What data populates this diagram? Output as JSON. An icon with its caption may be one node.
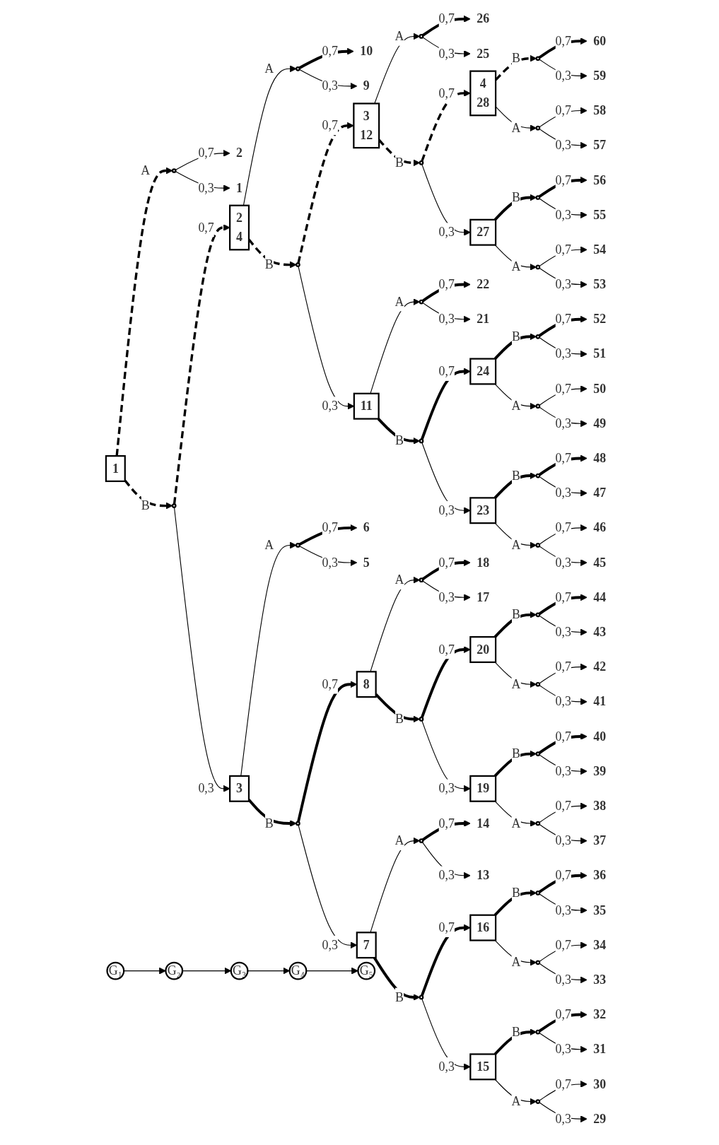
{
  "diagram": {
    "nodes": [
      {
        "text": [
          "1"
        ]
      },
      {
        "text": [],
        "shape": "circle"
      },
      {
        "text": [
          "2"
        ]
      },
      {
        "text": [
          "1"
        ]
      },
      {
        "text": [],
        "shape": "circle"
      },
      {
        "text": [
          "2",
          "4"
        ]
      },
      {
        "text": [
          "3"
        ]
      },
      {
        "text": [],
        "shape": "circle"
      },
      {
        "text": [
          "6"
        ]
      },
      {
        "text": [
          "5"
        ]
      },
      {
        "text": [],
        "shape": "circle"
      },
      {
        "text": [
          "8"
        ]
      },
      {
        "text": [
          "7"
        ]
      },
      {
        "text": [],
        "shape": "circle"
      },
      {
        "text": [
          "18"
        ]
      },
      {
        "text": [
          "17"
        ]
      },
      {
        "text": [],
        "shape": "circle"
      },
      {
        "text": [
          "20"
        ]
      },
      {
        "text": [
          "19"
        ]
      },
      {
        "text": [],
        "shape": "circle"
      },
      {
        "text": [
          "44"
        ]
      },
      {
        "text": [
          "43"
        ]
      },
      {
        "text": [],
        "shape": "circle"
      },
      {
        "text": [
          "42"
        ]
      },
      {
        "text": [
          "41"
        ]
      },
      {
        "text": [],
        "shape": "circle"
      },
      {
        "text": [
          "40"
        ]
      },
      {
        "text": [
          "39"
        ]
      },
      {
        "text": [],
        "shape": "circle"
      },
      {
        "text": [
          "38"
        ]
      },
      {
        "text": [
          "37"
        ]
      },
      {
        "text": [],
        "shape": "circle"
      },
      {
        "text": [
          "14"
        ]
      },
      {
        "text": [
          "13"
        ]
      },
      {
        "text": [],
        "shape": "circle"
      },
      {
        "text": [
          "16"
        ]
      },
      {
        "text": [
          "15"
        ]
      },
      {
        "text": [],
        "shape": "circle"
      },
      {
        "text": [
          "36"
        ]
      },
      {
        "text": [
          "35"
        ]
      },
      {
        "text": [],
        "shape": "circle"
      },
      {
        "text": [
          "34"
        ]
      },
      {
        "text": [
          "33"
        ]
      },
      {
        "text": [],
        "shape": "circle"
      },
      {
        "text": [
          "32"
        ]
      },
      {
        "text": [
          "31"
        ]
      },
      {
        "text": [],
        "shape": "circle"
      },
      {
        "text": [
          "30"
        ]
      },
      {
        "text": [
          "29"
        ]
      },
      {
        "text": [],
        "shape": "circle"
      },
      {
        "text": [
          "10"
        ]
      },
      {
        "text": [
          "9"
        ]
      },
      {
        "text": [],
        "shape": "circle"
      },
      {
        "text": [
          "3",
          "12"
        ]
      },
      {
        "text": [
          "11"
        ]
      },
      {
        "text": [],
        "shape": "circle"
      },
      {
        "text": [
          "22"
        ]
      },
      {
        "text": [
          "21"
        ]
      },
      {
        "text": [],
        "shape": "circle"
      },
      {
        "text": [
          "24"
        ]
      },
      {
        "text": [
          "23"
        ]
      },
      {
        "text": [],
        "shape": "circle"
      },
      {
        "text": [
          "52"
        ]
      },
      {
        "text": [
          "51"
        ]
      },
      {
        "text": [],
        "shape": "circle"
      },
      {
        "text": [
          "50"
        ]
      },
      {
        "text": [
          "49"
        ]
      },
      {
        "text": [],
        "shape": "circle"
      },
      {
        "text": [
          "48"
        ]
      },
      {
        "text": [
          "47"
        ]
      },
      {
        "text": [],
        "shape": "circle"
      },
      {
        "text": [
          "46"
        ]
      },
      {
        "text": [
          "45"
        ]
      },
      {
        "text": [],
        "shape": "circle"
      },
      {
        "text": [
          "26"
        ]
      },
      {
        "text": [
          "25"
        ]
      },
      {
        "text": [],
        "shape": "circle"
      },
      {
        "text": [
          "4",
          "28"
        ]
      },
      {
        "text": [
          "27"
        ]
      },
      {
        "text": [],
        "shape": "circle"
      },
      {
        "text": [
          "60"
        ]
      },
      {
        "text": [
          "59"
        ]
      },
      {
        "text": [],
        "shape": "circle"
      },
      {
        "text": [
          "58"
        ]
      },
      {
        "text": [
          "57"
        ]
      },
      {
        "text": [],
        "shape": "circle"
      },
      {
        "text": [
          "56"
        ]
      },
      {
        "text": [
          "55"
        ]
      },
      {
        "text": [],
        "shape": "circle"
      },
      {
        "text": [
          "54"
        ]
      },
      {
        "text": [
          "53"
        ]
      },
      {
        "text": [
          "G₁"
        ]
      },
      {
        "text": [
          "G₂"
        ]
      },
      {
        "text": [
          "G₃"
        ]
      },
      {
        "text": [
          "G₄"
        ]
      },
      {
        "text": [
          "G₅"
        ]
      }
    ],
    "edges": [
      {
        "from": 0,
        "to": 1,
        "arrow": "to",
        "label": "A",
        "style": "dashed"
      },
      {
        "from": 1,
        "to": 2,
        "arrow": "to",
        "label": "0,7"
      },
      {
        "from": 1,
        "to": 3,
        "arrow": "to",
        "label": "0,3"
      },
      {
        "from": 0,
        "to": 4,
        "arrow": "to",
        "label": "B",
        "style": "dashed"
      },
      {
        "from": 4,
        "to": 5,
        "arrow": "to",
        "label": "0,7",
        "style": "dashed"
      },
      {
        "from": 4,
        "to": 6,
        "arrow": "to",
        "label": "0,3"
      },
      {
        "from": 6,
        "to": 7,
        "arrow": "to",
        "label": "A"
      },
      {
        "from": 7,
        "to": 8,
        "arrow": "to",
        "label": "0,7",
        "style": "thick"
      },
      {
        "from": 7,
        "to": 9,
        "arrow": "to",
        "label": "0,3"
      },
      {
        "from": 6,
        "to": 10,
        "arrow": "to",
        "label": "B",
        "style": "thick"
      },
      {
        "from": 10,
        "to": 11,
        "arrow": "to",
        "label": "0,7",
        "style": "thick"
      },
      {
        "from": 10,
        "to": 12,
        "arrow": "to",
        "label": "0,3"
      },
      {
        "from": 11,
        "to": 13,
        "arrow": "to",
        "label": "A"
      },
      {
        "from": 13,
        "to": 14,
        "arrow": "to",
        "label": "0,7",
        "style": "thick"
      },
      {
        "from": 13,
        "to": 15,
        "arrow": "to",
        "label": "0,3"
      },
      {
        "from": 11,
        "to": 16,
        "arrow": "to",
        "label": "B",
        "style": "thick"
      },
      {
        "from": 16,
        "to": 17,
        "arrow": "to",
        "label": "0,7",
        "style": "thick"
      },
      {
        "from": 16,
        "to": 18,
        "arrow": "to",
        "label": "0,3"
      },
      {
        "from": 17,
        "to": 19,
        "arrow": "to",
        "label": "B",
        "style": "thick"
      },
      {
        "from": 19,
        "to": 20,
        "arrow": "to",
        "label": "0,7",
        "style": "thick"
      },
      {
        "from": 19,
        "to": 21,
        "arrow": "to",
        "label": "0,3"
      },
      {
        "from": 17,
        "to": 22,
        "arrow": "to",
        "label": "A"
      },
      {
        "from": 22,
        "to": 23,
        "arrow": "to",
        "label": "0,7"
      },
      {
        "from": 22,
        "to": 24,
        "arrow": "to",
        "label": "0,3"
      },
      {
        "from": 18,
        "to": 25,
        "arrow": "to",
        "label": "B",
        "style": "thick"
      },
      {
        "from": 25,
        "to": 26,
        "arrow": "to",
        "label": "0,7",
        "style": "thick"
      },
      {
        "from": 25,
        "to": 27,
        "arrow": "to",
        "label": "0,3"
      },
      {
        "from": 18,
        "to": 28,
        "arrow": "to",
        "label": "A"
      },
      {
        "from": 28,
        "to": 29,
        "arrow": "to",
        "label": "0,7"
      },
      {
        "from": 28,
        "to": 30,
        "arrow": "to",
        "label": "0,3"
      },
      {
        "from": 12,
        "to": 31,
        "arrow": "to",
        "label": "A"
      },
      {
        "from": 31,
        "to": 32,
        "arrow": "to",
        "label": "0,7",
        "style": "thick"
      },
      {
        "from": 31,
        "to": 33,
        "arrow": "to",
        "label": "0,3"
      },
      {
        "from": 12,
        "to": 34,
        "arrow": "to",
        "label": "B",
        "style": "thick"
      },
      {
        "from": 34,
        "to": 35,
        "arrow": "to",
        "label": "0,7",
        "style": "thick"
      },
      {
        "from": 34,
        "to": 36,
        "arrow": "to",
        "label": "0,3"
      },
      {
        "from": 35,
        "to": 37,
        "arrow": "to",
        "label": "B",
        "style": "thick"
      },
      {
        "from": 37,
        "to": 38,
        "arrow": "to",
        "label": "0,7",
        "style": "thick"
      },
      {
        "from": 37,
        "to": 39,
        "arrow": "to",
        "label": "0,3"
      },
      {
        "from": 35,
        "to": 40,
        "arrow": "to",
        "label": "A"
      },
      {
        "from": 40,
        "to": 41,
        "arrow": "to",
        "label": "0,7"
      },
      {
        "from": 40,
        "to": 42,
        "arrow": "to",
        "label": "0,3"
      },
      {
        "from": 36,
        "to": 43,
        "arrow": "to",
        "label": "B",
        "style": "thick"
      },
      {
        "from": 43,
        "to": 44,
        "arrow": "to",
        "label": "0,7",
        "style": "thick"
      },
      {
        "from": 43,
        "to": 45,
        "arrow": "to",
        "label": "0,3"
      },
      {
        "from": 36,
        "to": 46,
        "arrow": "to",
        "label": "A"
      },
      {
        "from": 46,
        "to": 47,
        "arrow": "to",
        "label": "0,7"
      },
      {
        "from": 46,
        "to": 48,
        "arrow": "to",
        "label": "0,3"
      },
      {
        "from": 5,
        "to": 49,
        "arrow": "to",
        "label": "A"
      },
      {
        "from": 49,
        "to": 50,
        "arrow": "to",
        "label": "0,7",
        "style": "thick"
      },
      {
        "from": 49,
        "to": 51,
        "arrow": "to",
        "label": "0,3"
      },
      {
        "from": 5,
        "to": 52,
        "arrow": "to",
        "label": "B",
        "style": "dashed"
      },
      {
        "from": 52,
        "to": 53,
        "arrow": "to",
        "label": "0,7",
        "style": "dashed"
      },
      {
        "from": 52,
        "to": 54,
        "arrow": "to",
        "label": "0,3"
      },
      {
        "from": 54,
        "to": 55,
        "arrow": "to",
        "label": "A"
      },
      {
        "from": 55,
        "to": 56,
        "arrow": "to",
        "label": "0,7",
        "style": "thick"
      },
      {
        "from": 55,
        "to": 57,
        "arrow": "to",
        "label": "0,3"
      },
      {
        "from": 54,
        "to": 58,
        "arrow": "to",
        "label": "B",
        "style": "thick"
      },
      {
        "from": 58,
        "to": 59,
        "arrow": "to",
        "label": "0,7",
        "style": "thick"
      },
      {
        "from": 58,
        "to": 60,
        "arrow": "to",
        "label": "0,3"
      },
      {
        "from": 59,
        "to": 61,
        "arrow": "to",
        "label": "B",
        "style": "thick"
      },
      {
        "from": 61,
        "to": 62,
        "arrow": "to",
        "label": "0,7",
        "style": "thick"
      },
      {
        "from": 61,
        "to": 63,
        "arrow": "to",
        "label": "0,3"
      },
      {
        "from": 59,
        "to": 64,
        "arrow": "to",
        "label": "A"
      },
      {
        "from": 64,
        "to": 65,
        "arrow": "to",
        "label": "0,7"
      },
      {
        "from": 64,
        "to": 66,
        "arrow": "to",
        "label": "0,3"
      },
      {
        "from": 60,
        "to": 67,
        "arrow": "to",
        "label": "B",
        "style": "thick"
      },
      {
        "from": 67,
        "to": 68,
        "arrow": "to",
        "label": "0,7",
        "style": "thick"
      },
      {
        "from": 67,
        "to": 69,
        "arrow": "to",
        "label": "0,3"
      },
      {
        "from": 60,
        "to": 70,
        "arrow": "to",
        "label": "A"
      },
      {
        "from": 70,
        "to": 71,
        "arrow": "to",
        "label": "0,7"
      },
      {
        "from": 70,
        "to": 72,
        "arrow": "to",
        "label": "0,3"
      },
      {
        "from": 53,
        "to": 73,
        "arrow": "to",
        "label": "A"
      },
      {
        "from": 73,
        "to": 74,
        "arrow": "to",
        "label": "0,7",
        "style": "thick"
      },
      {
        "from": 73,
        "to": 75,
        "arrow": "to",
        "label": "0,3"
      },
      {
        "from": 53,
        "to": 76,
        "arrow": "to",
        "label": "B",
        "style": "dashed"
      },
      {
        "from": 76,
        "to": 77,
        "arrow": "to",
        "label": "0,7",
        "style": "dashed"
      },
      {
        "from": 76,
        "to": 78,
        "arrow": "to",
        "label": "0,3"
      },
      {
        "from": 77,
        "to": 79,
        "arrow": "to",
        "label": "B",
        "style": "dashed"
      },
      {
        "from": 79,
        "to": 80,
        "arrow": "to",
        "label": "0,7",
        "style": "thick"
      },
      {
        "from": 79,
        "to": 81,
        "arrow": "to",
        "label": "0,3"
      },
      {
        "from": 77,
        "to": 82,
        "arrow": "to",
        "label": "A"
      },
      {
        "from": 82,
        "to": 83,
        "arrow": "to",
        "label": "0,7"
      },
      {
        "from": 82,
        "to": 84,
        "arrow": "to",
        "label": "0,3"
      },
      {
        "from": 78,
        "to": 85,
        "arrow": "to",
        "label": "B",
        "style": "thick"
      },
      {
        "from": 85,
        "to": 86,
        "arrow": "to",
        "label": "0,7",
        "style": "thick"
      },
      {
        "from": 85,
        "to": 87,
        "arrow": "to",
        "label": "0,3"
      },
      {
        "from": 78,
        "to": 88,
        "arrow": "to",
        "label": "A"
      },
      {
        "from": 88,
        "to": 89,
        "arrow": "to",
        "label": "0,7"
      },
      {
        "from": 88,
        "to": 90,
        "arrow": "to",
        "label": "0,3"
      },
      {
        "from": 91,
        "to": 92,
        "arrow": "to"
      },
      {
        "from": 92,
        "to": 93,
        "arrow": "to"
      },
      {
        "from": 93,
        "to": 94,
        "arrow": "to"
      },
      {
        "from": 94,
        "to": 95,
        "arrow": "to"
      }
    ]
  }
}
